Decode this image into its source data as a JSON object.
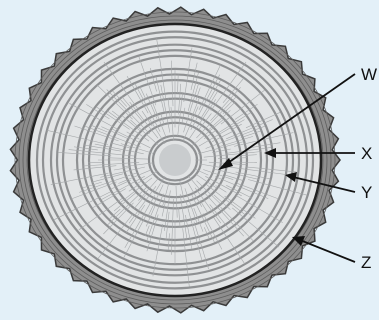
{
  "labels": {
    "w": "W",
    "x": "X",
    "y": "Y",
    "z": "Z"
  },
  "colors": {
    "background": "#e3f0f8",
    "bark": "#8e8e8e",
    "bark_edge": "#3a3a3a",
    "wood": "#e2e4e5",
    "ring": "#8f9193",
    "line": "#111111"
  }
}
